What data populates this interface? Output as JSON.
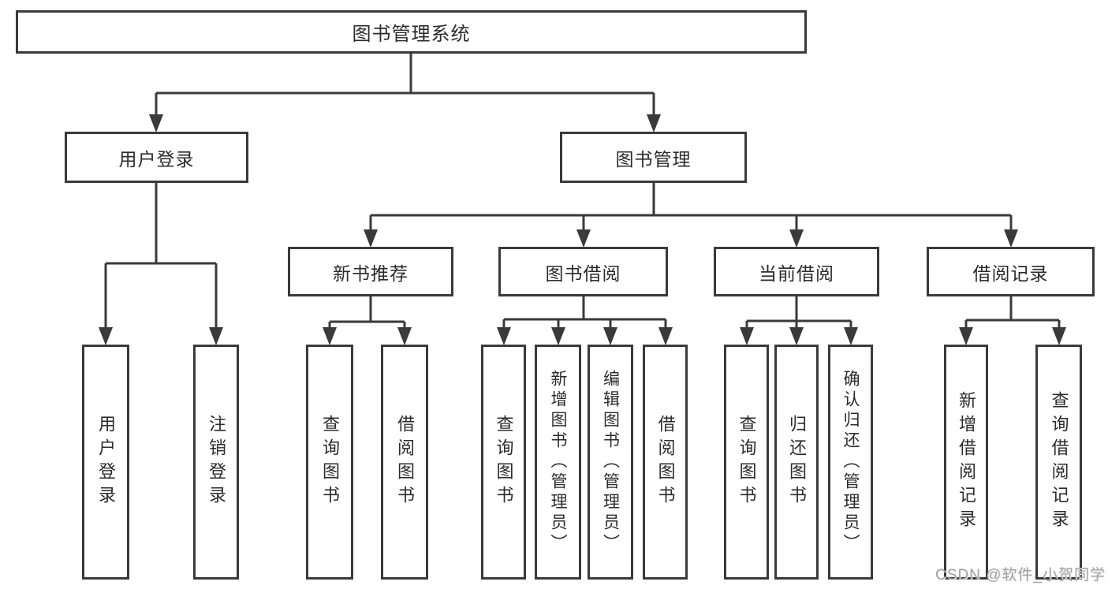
{
  "tree": {
    "label": "图书管理系统",
    "children": [
      {
        "label": "用户登录",
        "children": [
          {
            "label": "用户登录"
          },
          {
            "label": "注销登录"
          }
        ]
      },
      {
        "label": "图书管理",
        "children": [
          {
            "label": "新书推荐",
            "children": [
              {
                "label": "查询图书"
              },
              {
                "label": "借阅图书"
              }
            ]
          },
          {
            "label": "图书借阅",
            "children": [
              {
                "label": "查询图书"
              },
              {
                "label": "新增图书（管理员）"
              },
              {
                "label": "编辑图书（管理员）"
              },
              {
                "label": "借阅图书"
              }
            ]
          },
          {
            "label": "当前借阅",
            "children": [
              {
                "label": "查询图书"
              },
              {
                "label": "归还图书"
              },
              {
                "label": "确认归还（管理员）"
              }
            ]
          },
          {
            "label": "借阅记录",
            "children": [
              {
                "label": "新增借阅记录"
              },
              {
                "label": "查询借阅记录"
              }
            ]
          }
        ]
      }
    ]
  },
  "watermark": {
    "text": "CSDN @软件_小贺同学"
  },
  "colors": {
    "line": "#3a3a3a",
    "box_background": "#ffffff",
    "text": "#2b2b2b",
    "watermark": "#a3a3a3"
  }
}
